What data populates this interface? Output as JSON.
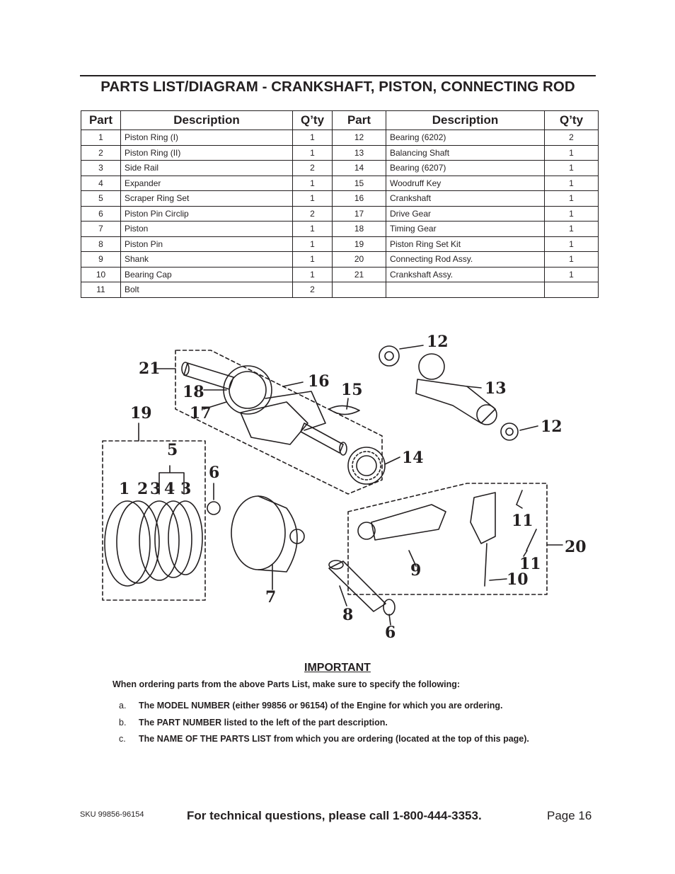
{
  "title": "PARTS LIST/DIAGRAM - CRANKSHAFT, PISTON, CONNECTING ROD",
  "table": {
    "headers": [
      "Part",
      "Description",
      "Q’ty",
      "Part",
      "Description",
      "Q’ty"
    ],
    "left": [
      {
        "part": "1",
        "desc": "Piston Ring (I)",
        "qty": "1"
      },
      {
        "part": "2",
        "desc": "Piston Ring (II)",
        "qty": "1"
      },
      {
        "part": "3",
        "desc": "Side Rail",
        "qty": "2"
      },
      {
        "part": "4",
        "desc": "Expander",
        "qty": "1"
      },
      {
        "part": "5",
        "desc": "Scraper Ring Set",
        "qty": "1"
      },
      {
        "part": "6",
        "desc": "Piston Pin Circlip",
        "qty": "2"
      },
      {
        "part": "7",
        "desc": "Piston",
        "qty": "1"
      },
      {
        "part": "8",
        "desc": "Piston Pin",
        "qty": "1"
      },
      {
        "part": "9",
        "desc": "Shank",
        "qty": "1"
      },
      {
        "part": "10",
        "desc": "Bearing Cap",
        "qty": "1"
      },
      {
        "part": "11",
        "desc": "Bolt",
        "qty": "2"
      }
    ],
    "right": [
      {
        "part": "12",
        "desc": "Bearing (6202)",
        "qty": "2"
      },
      {
        "part": "13",
        "desc": "Balancing Shaft",
        "qty": "1"
      },
      {
        "part": "14",
        "desc": "Bearing (6207)",
        "qty": "1"
      },
      {
        "part": "15",
        "desc": "Woodruff Key",
        "qty": "1"
      },
      {
        "part": "16",
        "desc": "Crankshaft",
        "qty": "1"
      },
      {
        "part": "17",
        "desc": "Drive Gear",
        "qty": "1"
      },
      {
        "part": "18",
        "desc": "Timing Gear",
        "qty": "1"
      },
      {
        "part": "19",
        "desc": "Piston Ring Set Kit",
        "qty": "1"
      },
      {
        "part": "20",
        "desc": "Connecting Rod Assy.",
        "qty": "1"
      },
      {
        "part": "21",
        "desc": "Crankshaft Assy.",
        "qty": "1"
      },
      {
        "part": "",
        "desc": "",
        "qty": ""
      }
    ]
  },
  "diagram": {
    "callouts": [
      "21",
      "18",
      "17",
      "16",
      "15",
      "12",
      "13",
      "12",
      "14",
      "19",
      "5",
      "1",
      "2",
      "3",
      "4",
      "3",
      "6",
      "7",
      "8",
      "6",
      "9",
      "11",
      "11",
      "10",
      "20"
    ]
  },
  "important": {
    "title": "IMPORTANT",
    "intro": "When ordering parts from the above Parts List, make sure to specify the following:",
    "items": [
      {
        "letter": "a.",
        "text": "The MODEL NUMBER (either 99856 or 96154) of the Engine for which you are ordering."
      },
      {
        "letter": "b.",
        "text": "The PART NUMBER listed to the left of the part description."
      },
      {
        "letter": "c.",
        "text": "The NAME OF THE PARTS LIST from which you are ordering (located at the top of this page)."
      }
    ]
  },
  "footer": {
    "sku": "SKU 99856-96154",
    "tech": "For technical questions, please call 1-800-444-3353.",
    "page": "Page 16"
  }
}
